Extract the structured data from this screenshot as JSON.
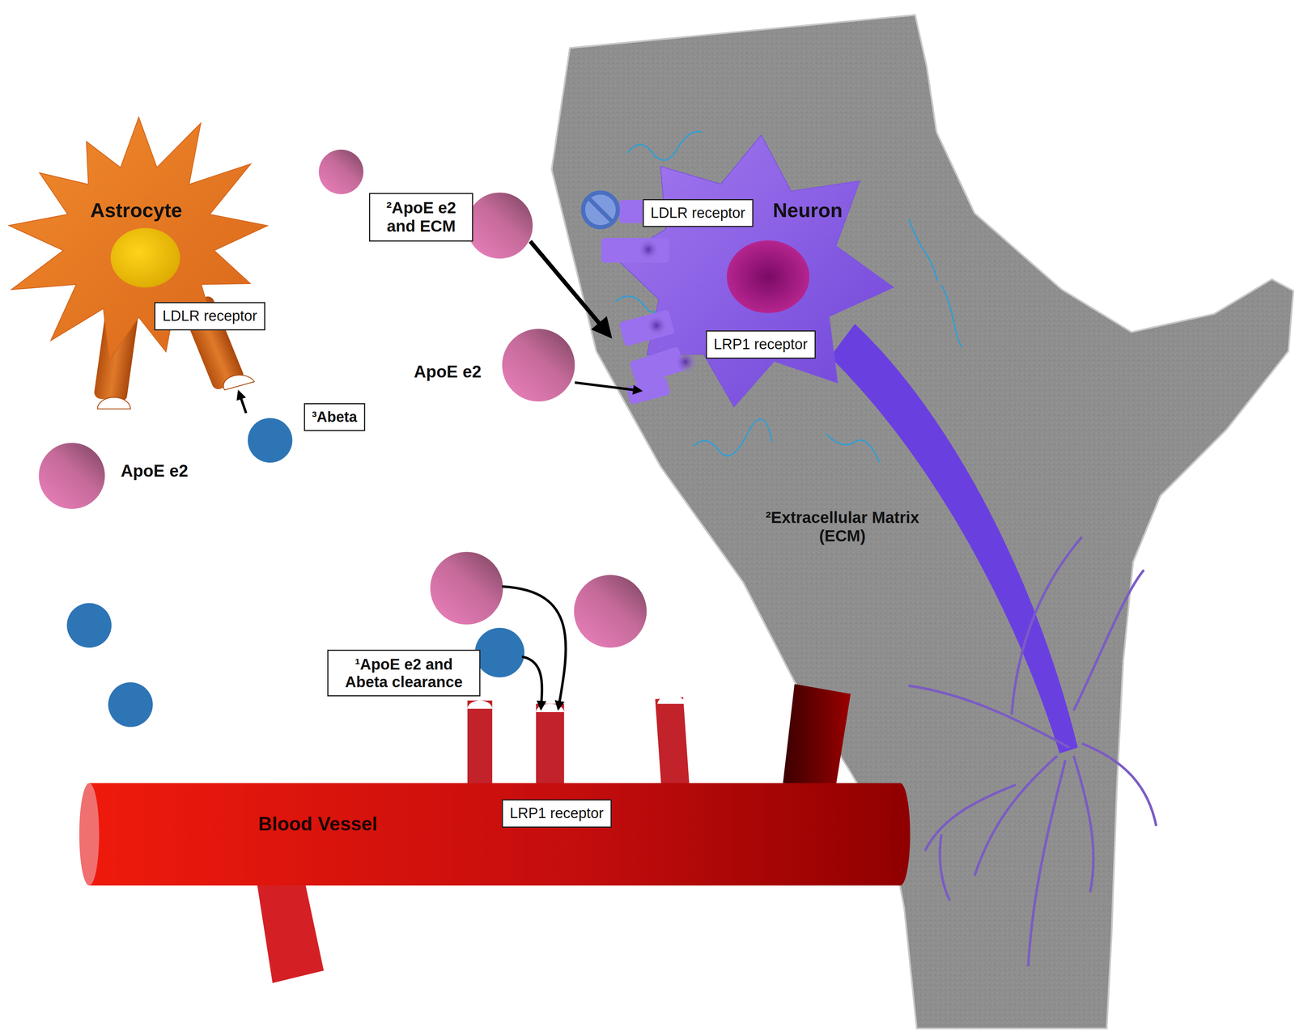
{
  "diagram": {
    "nodes": [
      {
        "text": [
          "Astrocyte"
        ]
      },
      {
        "text": [
          "LDLR receptor"
        ]
      },
      {
        "text": [
          "²ApoE e2 and ECM"
        ]
      },
      {
        "text": [
          "²Extracellular Matrix (ECM)"
        ]
      },
      {
        "text": [
          "Neuron"
        ],
        "in": 3
      },
      {
        "text": [
          "LDLR receptor"
        ]
      },
      {
        "text": [
          "LRP1 receptor"
        ]
      },
      {
        "text": [
          "³Abeta"
        ]
      },
      {
        "text": [
          "¹ApoE e2 and Abeta clearance"
        ]
      },
      {
        "text": [
          "Blood Vessel"
        ]
      },
      {
        "text": [
          "LRP1 receptor"
        ]
      }
    ],
    "labels": [
      "ApoE e2",
      "ApoE e2"
    ]
  }
}
